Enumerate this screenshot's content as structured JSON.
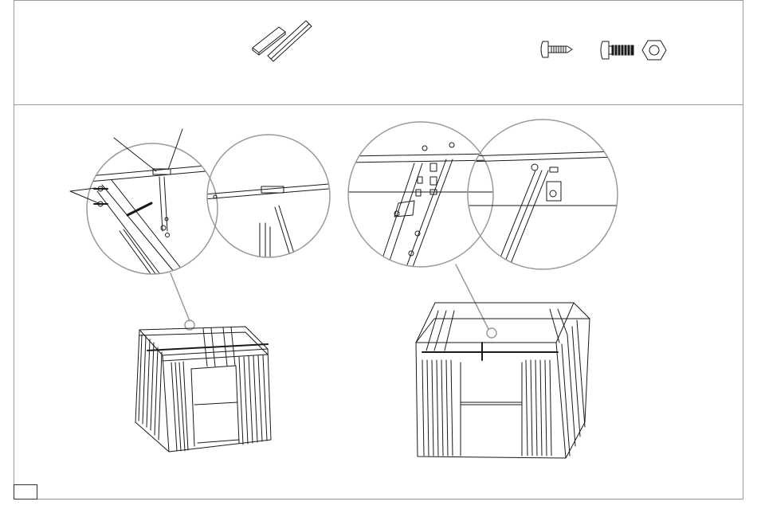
{
  "diagram": {
    "page_number": "",
    "parts": [
      {
        "name": "panel-strip",
        "icon": "panel-strip-icon"
      },
      {
        "name": "self-tapping-screw",
        "icon": "self-tapping-screw-icon"
      },
      {
        "name": "bolt",
        "icon": "bolt-icon"
      },
      {
        "name": "hex-nut",
        "icon": "hex-nut-icon"
      }
    ],
    "steps": [
      {
        "name": "step-left",
        "detail_circles": 2,
        "shed_view": "front-left"
      },
      {
        "name": "step-right",
        "detail_circles": 2,
        "shed_view": "front-right"
      }
    ],
    "colors": {
      "line": "#1a1a1a",
      "frame": "#9a9a9a"
    }
  }
}
